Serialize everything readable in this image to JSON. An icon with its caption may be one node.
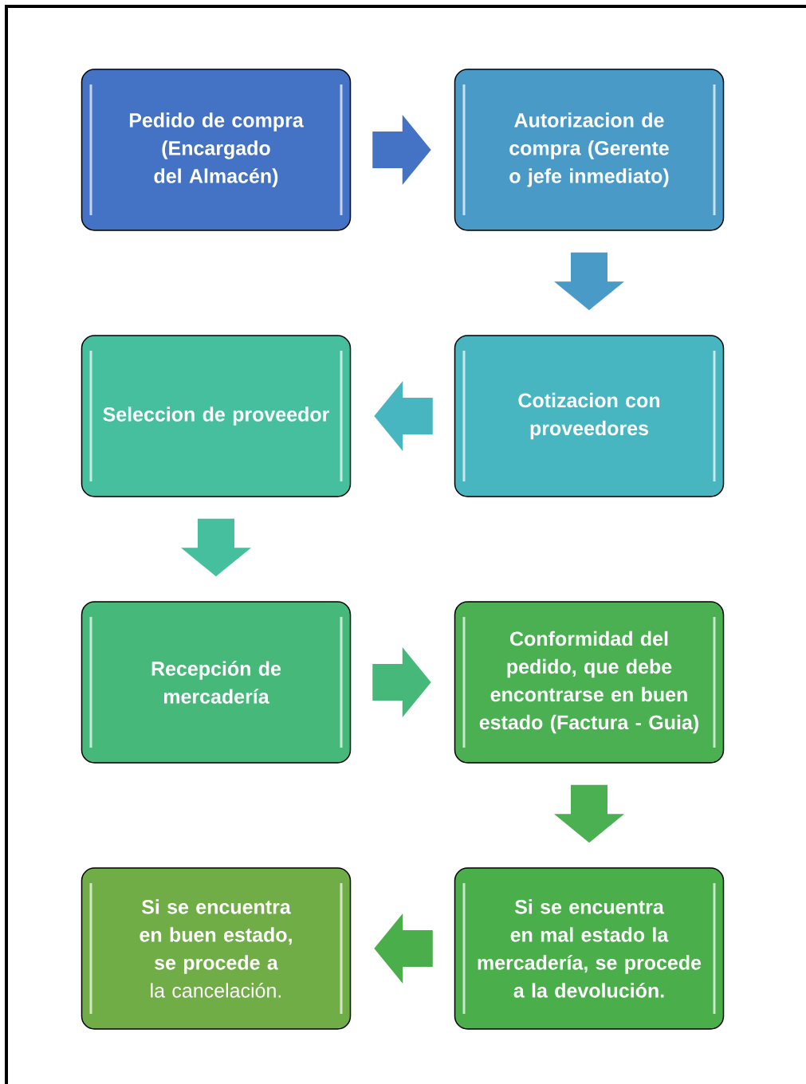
{
  "diagram": {
    "nodes": [
      {
        "text": [
          "Pedido de compra (Encargado del Almacén)"
        ]
      },
      {
        "text": [
          "Autorizacion de compra (Gerente o jefe inmediato)"
        ]
      },
      {
        "text": [
          "Seleccion de proveedor"
        ]
      },
      {
        "text": [
          "Cotizacion con proveedores"
        ]
      },
      {
        "text": [
          "Recepción de mercadería"
        ]
      },
      {
        "text": [
          "Conformidad del pedido, que debe encontrarse en buen estado (Factura - Guia)"
        ]
      },
      {
        "text": [
          "**Si se encuentra en buen estado, se procede a** la cancelación."
        ]
      },
      {
        "text": [
          "Si se encuentra en mal estado la mercadería, se procede a la devolución."
        ]
      }
    ],
    "edges": [
      {
        "from": 0,
        "to": 1,
        "arrow": "to",
        "color": "#4472c4"
      },
      {
        "from": 1,
        "to": 3,
        "arrow": "to",
        "color": "#4a9ac8"
      },
      {
        "from": 3,
        "to": 2,
        "arrow": "to",
        "color": "#47b6c0"
      },
      {
        "from": 2,
        "to": 4,
        "arrow": "to",
        "color": "#45bf9e"
      },
      {
        "from": 4,
        "to": 5,
        "arrow": "to",
        "color": "#46b87a"
      },
      {
        "from": 5,
        "to": 7,
        "arrow": "to",
        "color": "#4ab052"
      },
      {
        "from": 7,
        "to": 6,
        "arrow": "to",
        "color": "#4aae4a"
      }
    ]
  }
}
